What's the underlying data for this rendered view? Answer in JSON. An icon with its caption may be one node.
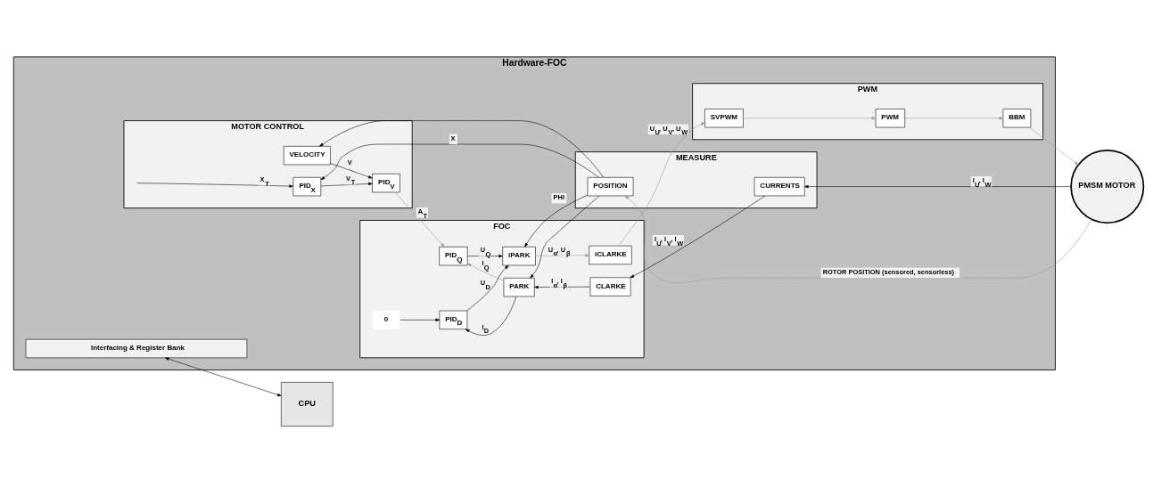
{
  "diagram": {
    "nodes": [
      {
        "text": [
          "Hardware-FOC"
        ]
      },
      {
        "text": [
          "Interfacing & Register Bank"
        ],
        "in": 0
      },
      {
        "text": [
          "MOTOR CONTROL"
        ],
        "in": 0
      },
      {
        "text": [
          "PID$_{X}$"
        ],
        "in": 2
      },
      {
        "text": [
          "PID$_{V}$"
        ],
        "in": 2
      },
      {
        "text": [
          "VELOCITY"
        ],
        "in": 2
      },
      {
        "text": [
          "FOC"
        ],
        "in": 0
      },
      {
        "text": [
          "PID$_{Q}$"
        ],
        "in": 6
      },
      {
        "text": [
          "PID$_{D}$"
        ],
        "in": 6
      },
      {
        "text": [
          "iPARK"
        ],
        "in": 6
      },
      {
        "text": [
          "iCLARKE"
        ],
        "in": 6
      },
      {
        "text": [
          "PARK"
        ],
        "in": 6
      },
      {
        "text": [
          "CLARKE"
        ],
        "in": 6
      },
      {
        "text": [
          "PWM"
        ],
        "in": 0
      },
      {
        "text": [
          "SVPWM"
        ],
        "in": 13
      },
      {
        "text": [
          "PWM"
        ],
        "in": 13
      },
      {
        "text": [
          "BBM"
        ],
        "in": 13
      },
      {
        "text": [
          "MEASURE"
        ],
        "in": 0
      },
      {
        "text": [
          "POSITION"
        ],
        "in": 17
      },
      {
        "text": [
          "CURRENTS"
        ],
        "in": 17
      },
      {
        "text": [
          "CPU"
        ]
      },
      {
        "text": [
          "PMSM MOTOR"
        ]
      },
      {
        "text": [
          "0"
        ],
        "in": 6
      }
    ],
    "edges": [
      {
        "from": 1,
        "to": 20,
        "arrow": "both"
      },
      {
        "from": null,
        "to": 3,
        "arrow": "to",
        "label": "X$_{T}$"
      },
      {
        "from": 18,
        "to": 3,
        "arrow": "to",
        "label": "X"
      },
      {
        "from": 3,
        "to": 4,
        "arrow": "to",
        "label": "V$_{T}$"
      },
      {
        "from": 5,
        "to": 4,
        "arrow": "to",
        "label": "V"
      },
      {
        "from": 18,
        "to": 5,
        "arrow": "to"
      },
      {
        "from": 4,
        "to": 7,
        "arrow": "to",
        "label": "A$_{T}$",
        "color": "#999999"
      },
      {
        "from": 11,
        "to": 7,
        "arrow": "to",
        "label": "I$_{Q}$",
        "color": "#999999"
      },
      {
        "from": 11,
        "to": 8,
        "arrow": "to",
        "label": "I$_{D}$"
      },
      {
        "from": 22,
        "to": 8,
        "arrow": "to"
      },
      {
        "from": 7,
        "to": 9,
        "arrow": "to",
        "label": "U$_{Q}$"
      },
      {
        "from": 8,
        "to": 9,
        "arrow": "to",
        "label": "U$_{D}$"
      },
      {
        "from": 18,
        "to": 9,
        "arrow": "to",
        "label": "PHI"
      },
      {
        "from": 18,
        "to": 11,
        "arrow": "to"
      },
      {
        "from": 9,
        "to": 10,
        "arrow": "to",
        "label": "U$_{α}$, U$_{β}$",
        "color": "#999999"
      },
      {
        "from": 10,
        "to": 14,
        "arrow": "to",
        "label": "U$_{U}$, U$_{V}$, U$_{W}$",
        "color": "#999999"
      },
      {
        "from": 14,
        "to": 15,
        "arrow": "to",
        "color": "#999999"
      },
      {
        "from": 15,
        "to": 16,
        "arrow": "to",
        "color": "#999999"
      },
      {
        "from": 16,
        "to": 21,
        "arrow": "to",
        "color": "#999999"
      },
      {
        "from": 12,
        "to": 11,
        "arrow": "to",
        "label": "I$_{α}$, I$_{β}$"
      },
      {
        "from": 19,
        "to": 12,
        "arrow": "to",
        "label": "I$_{U}$, I$_{V}$, I$_{W}$"
      },
      {
        "from": 21,
        "to": 18,
        "arrow": "to",
        "label": "ROTOR POSITION (sensored, sensorless)",
        "color": "#999999"
      },
      {
        "from": 21,
        "to": 19,
        "arrow": "to",
        "label": "I$_{U}$, I$_{W}$"
      }
    ]
  }
}
